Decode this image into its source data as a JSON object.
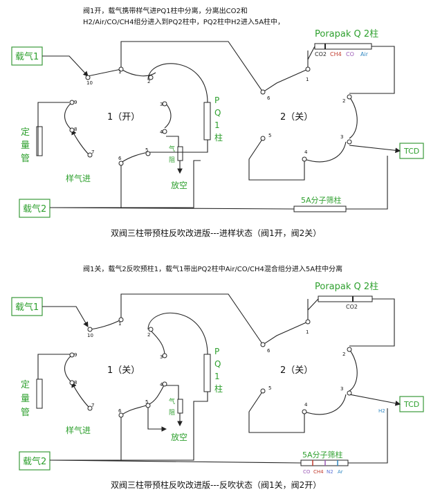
{
  "top": {
    "desc_line1": "阀1开，载气携带样气进PQ1柱中分离，分离出CO2和",
    "desc_line2": "H2/Air/CO/CH4组分进入到PQ2柱中，PQ2柱中H2进入5A柱中，",
    "carrier1": "载气1",
    "carrier2": "载气2",
    "quant1": "定",
    "quant2": "量",
    "quant3": "管",
    "sample_in": "样气进",
    "vent": "放空",
    "resist1": "气",
    "resist2": "阻",
    "valve1": "1（开）",
    "valve2": "2（关）",
    "pq1_1": "P",
    "pq1_2": "Q",
    "pq1_3": "1",
    "pq1_4": "柱",
    "porapak": "Porapak Q 2柱",
    "pq2_co2": "CO2",
    "pq2_ch4": "CH4",
    "pq2_co": "CO",
    "pq2_air": "Air",
    "mol5a": "5A分子筛柱",
    "tcd": "TCD",
    "caption": "双阀三柱带预柱反吹改进版---进样状态（阀1开，阀2关）"
  },
  "bottom": {
    "desc_line1": "阀1关，载气2反吹预柱1，载气1带出PQ2柱中Air/CO/CH4混合组分进入5A柱中分离",
    "carrier1": "载气1",
    "carrier2": "载气2",
    "quant1": "定",
    "quant2": "量",
    "quant3": "管",
    "sample_in": "样气进",
    "vent": "放空",
    "resist1": "气",
    "resist2": "阻",
    "valve1": "1（关）",
    "valve2": "2（关）",
    "pq1_1": "P",
    "pq1_2": "Q",
    "pq1_3": "1",
    "pq1_4": "柱",
    "porapak": "Porapak Q 2柱",
    "pq2_co2": "CO2",
    "mol5a": "5A分子筛柱",
    "mol_co": "CO",
    "mol_ch4": "CH4",
    "mol_n2": "N2",
    "mol_ar": "Ar",
    "h2": "H2",
    "tcd": "TCD",
    "caption": "双阀三柱带预柱反吹改进版---反吹状态（阀1关，阀2开）"
  },
  "ports": [
    "1",
    "2",
    "3",
    "4",
    "5",
    "6",
    "7",
    "8",
    "9",
    "10"
  ],
  "colors": {
    "green": "#2ea02e",
    "line": "#222222",
    "co2": "#222222",
    "ch4": "#c0392b",
    "co": "#9b59b6",
    "air": "#2e86c1",
    "n2": "#5b6fd6"
  }
}
